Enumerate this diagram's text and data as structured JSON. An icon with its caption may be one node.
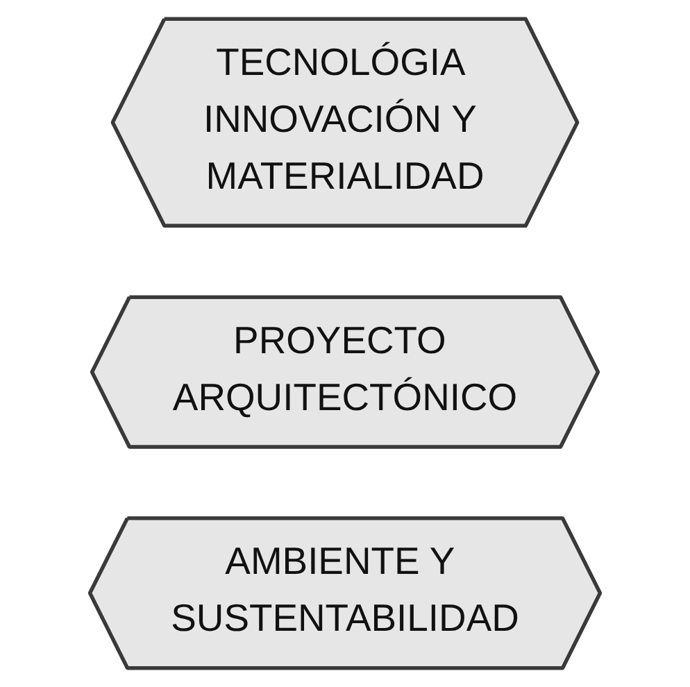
{
  "diagram": {
    "nodes": [
      {
        "text": [
          "TECNOLÓGIA INNOVACIÓN Y MATERIALIDAD"
        ]
      },
      {
        "text": [
          "PROYECTO ARQUITECTÓNICO"
        ]
      },
      {
        "text": [
          "AMBIENTE Y SUSTENTABILIDAD"
        ]
      }
    ]
  }
}
